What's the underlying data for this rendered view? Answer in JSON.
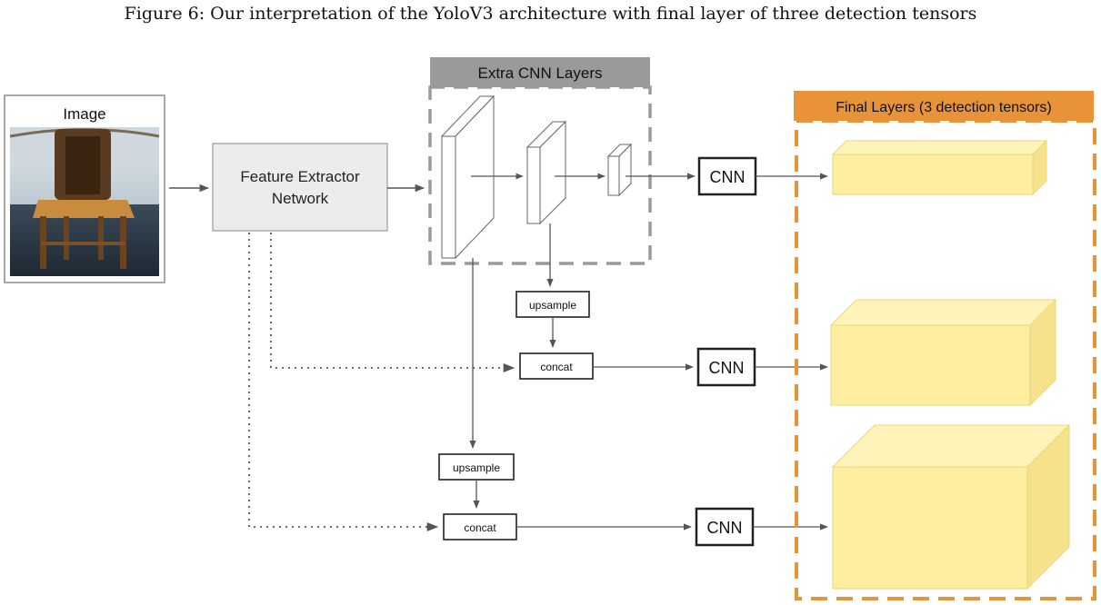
{
  "caption": "Figure 6: Our interpretation of the YoloV3 architecture with final layer of three detection tensors",
  "image_box": {
    "label": "Image"
  },
  "feature_extractor": {
    "line1": "Feature Extractor",
    "line2": "Network"
  },
  "extra_cnn": {
    "title": "Extra CNN Layers"
  },
  "final_layers": {
    "title": "Final Layers (3 detection tensors)"
  },
  "blocks": {
    "cnn_1": "CNN",
    "cnn_2": "CNN",
    "cnn_3": "CNN",
    "upsample_1": "upsample",
    "upsample_2": "upsample",
    "concat_1": "concat",
    "concat_2": "concat"
  },
  "colors": {
    "header_gray": "#9a9a9a",
    "extractor_fill": "#ececec",
    "final_orange": "#e8923a",
    "tensor_fill": "#fdeea0",
    "tensor_edge": "#e9d77a"
  }
}
